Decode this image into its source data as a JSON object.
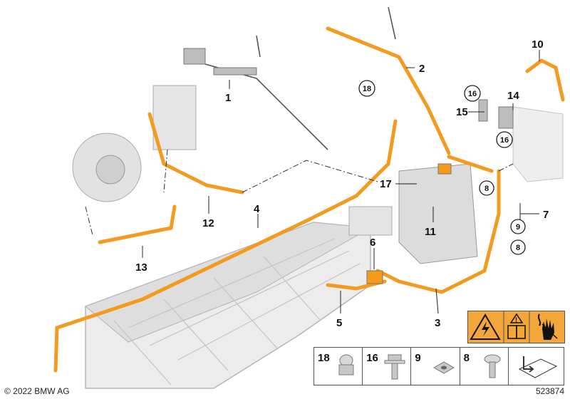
{
  "diagram": {
    "callouts": [
      {
        "id": "c1",
        "text": "1"
      },
      {
        "id": "c2",
        "text": "2"
      },
      {
        "id": "c3",
        "text": "3"
      },
      {
        "id": "c4",
        "text": "4"
      },
      {
        "id": "c5",
        "text": "5"
      },
      {
        "id": "c6",
        "text": "6"
      },
      {
        "id": "c7",
        "text": "7"
      },
      {
        "id": "c10",
        "text": "10"
      },
      {
        "id": "c11",
        "text": "11"
      },
      {
        "id": "c12",
        "text": "12"
      },
      {
        "id": "c13",
        "text": "13"
      },
      {
        "id": "c14",
        "text": "14"
      },
      {
        "id": "c15",
        "text": "15"
      },
      {
        "id": "c17",
        "text": "17"
      }
    ],
    "circled_callouts": [
      {
        "id": "cc18",
        "text": "18"
      },
      {
        "id": "cc16a",
        "text": "16"
      },
      {
        "id": "cc16b",
        "text": "16"
      },
      {
        "id": "cc8a",
        "text": "8"
      },
      {
        "id": "cc9",
        "text": "9"
      },
      {
        "id": "cc8b",
        "text": "8"
      }
    ]
  },
  "legend": {
    "items": [
      {
        "number": "18",
        "icon": "cap-nut-icon"
      },
      {
        "number": "16",
        "icon": "bolt-icon"
      },
      {
        "number": "9",
        "icon": "square-nut-icon"
      },
      {
        "number": "8",
        "icon": "screw-icon"
      },
      {
        "number": "",
        "icon": "arrow-card-icon"
      }
    ]
  },
  "warning_label": {
    "icons": [
      "high-voltage-icon",
      "manual-info-icon",
      "no-touch-hand-icon"
    ]
  },
  "footer": {
    "copyright": "© 2022 BMW AG",
    "reference": "523874"
  },
  "colors": {
    "cable": "#f39a1f",
    "cable_dark": "#c9741a",
    "part": "#c8c8c8",
    "outline": "#888888",
    "warning_bg": "#f3a73a"
  }
}
